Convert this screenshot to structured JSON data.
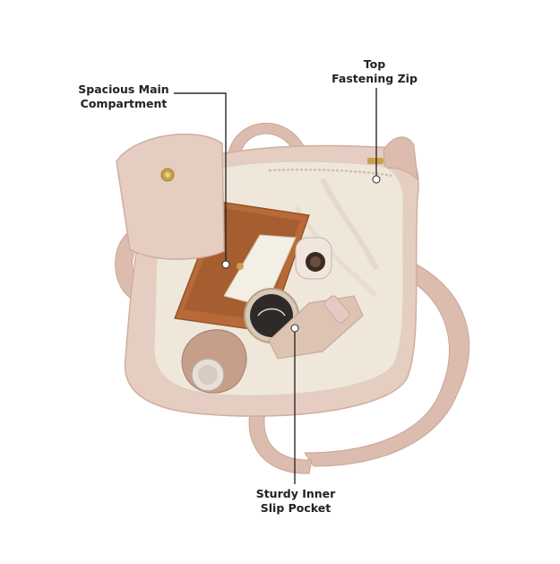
{
  "image": {
    "background": "#ffffff",
    "subject": "tote-bag",
    "colors": {
      "bag": "#e6cdc1",
      "bag_shadow": "#d7b6a7",
      "lining": "#efe7da",
      "strap": "#dcbcae",
      "notebook": "#b76a38",
      "bottle": "#c69f8b",
      "zip": "#c8a24a",
      "leader_line": "#2b2b2b"
    }
  },
  "callouts": {
    "main_compartment": {
      "line1": "Spacious Main",
      "line2": "Compartment"
    },
    "top_zip": {
      "line1": "Top",
      "line2": "Fastening Zip"
    },
    "inner_pocket": {
      "line1": "Sturdy Inner",
      "line2": "Slip Pocket"
    }
  }
}
